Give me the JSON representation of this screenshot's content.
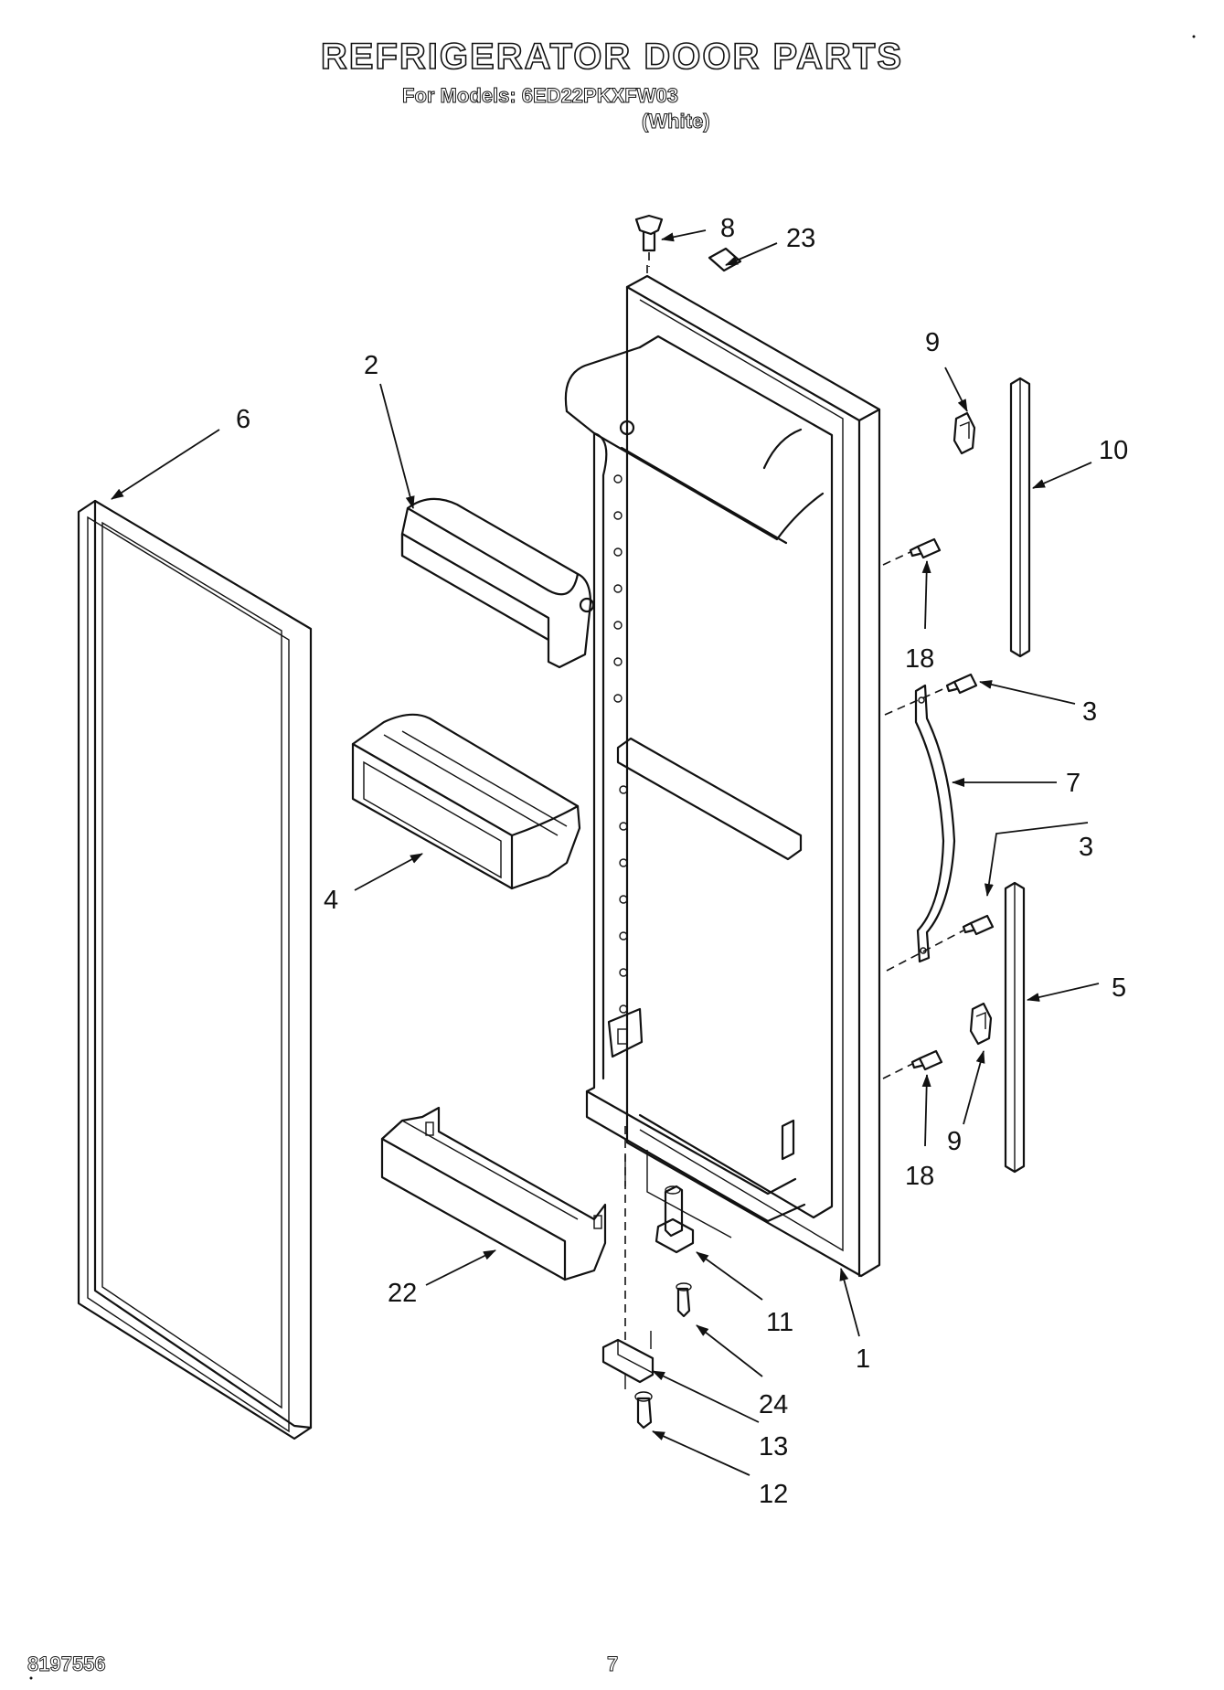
{
  "header": {
    "title": "REFRIGERATOR DOOR PARTS",
    "models_line": "For Models: 6ED22PKXFW03",
    "color_line": "(White)"
  },
  "callouts": [
    "8",
    "23",
    "2",
    "6",
    "9",
    "10",
    "18",
    "3",
    "7",
    "3",
    "4",
    "5",
    "9",
    "18",
    "22",
    "11",
    "1",
    "24",
    "13",
    "12"
  ],
  "footer": {
    "doc_number": "8197556",
    "page_number": "7"
  }
}
